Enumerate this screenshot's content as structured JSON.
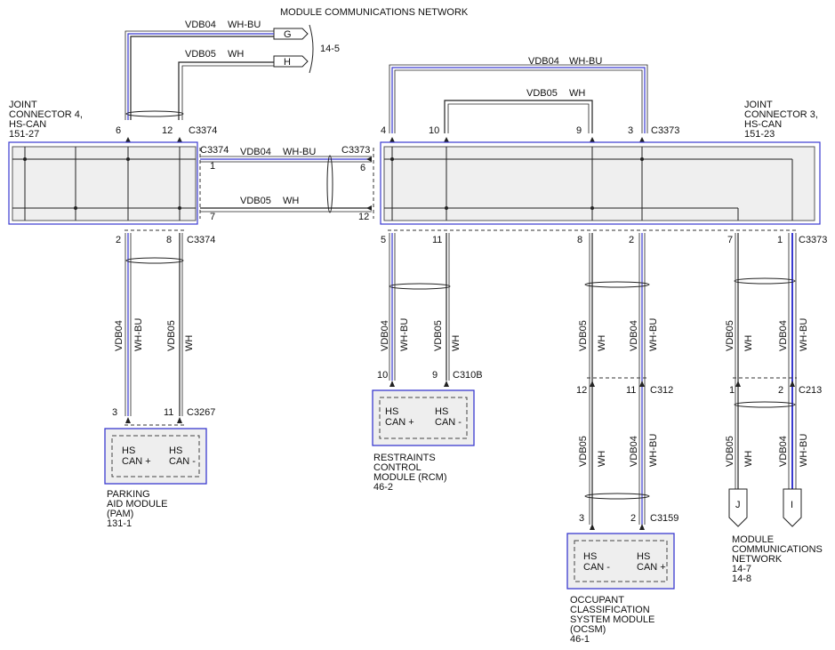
{
  "title": "MODULE COMMUNICATIONS NETWORK",
  "ref_top": "14-5",
  "colors": {
    "wh_wire": "#222222",
    "bu_wire": "#3a3ad0",
    "module_fill": "#eeeeee",
    "junction_fill": "#efefef"
  },
  "terminals": {
    "g": "G",
    "h": "H",
    "j": "J",
    "i": "I"
  },
  "jc4": {
    "line1": "JOINT",
    "line2": "CONNECTOR 4,",
    "line3": "HS-CAN",
    "line4": "151-27",
    "pin6": "6",
    "pin12": "12",
    "pin2": "2",
    "pin8": "8",
    "pin1": "1",
    "pin7": "7",
    "conn_top": "C3374",
    "conn_right": "C3374",
    "conn_bottom": "C3374"
  },
  "jc3": {
    "line1": "JOINT",
    "line2": "CONNECTOR 3,",
    "line3": "HS-CAN",
    "line4": "151-23",
    "pin4": "4",
    "pin10": "10",
    "pin9": "9",
    "pin3": "3",
    "pin6": "6",
    "pin12": "12",
    "pin5": "5",
    "pin11": "11",
    "pin8": "8",
    "pin2": "2",
    "pin7": "7",
    "pin1": "1",
    "conn_top": "C3373",
    "conn_left": "C3373",
    "conn_bottom": "C3373"
  },
  "wires": {
    "vdb04": "VDB04",
    "vdb05": "VDB05",
    "wh_bu": "WH-BU",
    "wh": "WH"
  },
  "pam": {
    "pin3": "3",
    "pin11": "11",
    "conn": "C3267",
    "label_hs1": "HS",
    "label_can_plus": "CAN +",
    "label_hs2": "HS",
    "label_can_minus": "CAN -",
    "name1": "PARKING",
    "name2": "AID MODULE",
    "name3": "(PAM)",
    "name4": "131-1"
  },
  "rcm": {
    "pin10": "10",
    "pin9": "9",
    "conn": "C310B",
    "label_hs1": "HS",
    "label_can_plus": "CAN +",
    "label_hs2": "HS",
    "label_can_minus": "CAN -",
    "name1": "RESTRAINTS",
    "name2": "CONTROL",
    "name3": "MODULE (RCM)",
    "name4": "46-2"
  },
  "c312": {
    "pin12": "12",
    "pin11": "11",
    "conn": "C312"
  },
  "c213": {
    "pin1": "1",
    "pin2": "2",
    "conn": "C213"
  },
  "ocsm": {
    "pin3": "3",
    "pin2": "2",
    "conn": "C3159",
    "label_hs1": "HS",
    "label_can_minus": "CAN -",
    "label_hs2": "HS",
    "label_can_plus": "CAN +",
    "name1": "OCCUPANT",
    "name2": "CLASSIFICATION",
    "name3": "SYSTEM MODULE",
    "name4": "(OCSM)",
    "name5": "46-1"
  },
  "mcn_bottom": {
    "name1": "MODULE",
    "name2": "COMMUNICATIONS",
    "name3": "NETWORK",
    "ref1": "14-7",
    "ref2": "14-8"
  }
}
